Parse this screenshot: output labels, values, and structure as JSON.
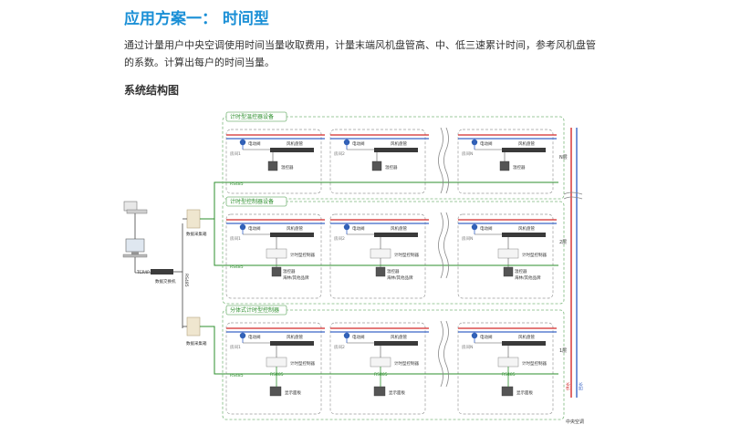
{
  "heading": "应用方案一： 时间型",
  "intro": "通过计量用户中央空调使用时间当量收取费用，计量末端风机盘管高、中、低三速累计时间，参考风机盘管的系数。计算出每户的时间当量。",
  "subheading": "系统结构图",
  "diagram": {
    "group_titles": [
      "计时型温控器设备",
      "计时型控制器设备",
      "分体式计时型控制器"
    ],
    "unit_labels": {
      "valve": "电动阀",
      "fancoil": "风机盘管",
      "thermostat": "温控器",
      "controller": "计时型控制器",
      "thermostat_brand": "温控器",
      "brand_note": "海林/其他品牌",
      "display_panel": "显示面板",
      "rs485": "RS485"
    },
    "room_labels": [
      "房间1",
      "房间2",
      "房间N"
    ],
    "floor_labels": [
      "N层",
      "2层",
      "1层"
    ],
    "left": {
      "collector1": "数据采集箱",
      "collector2": "数据采集箱",
      "switch": "数据交换机",
      "tcpip": "TCP/IP",
      "rs485_vertical": "RS485",
      "rs485_a": "RS485",
      "rs485_b": "RS485"
    },
    "central_ac": "中央空调",
    "pipe_labels": [
      "供水",
      "回水"
    ],
    "colors": {
      "group_border": "#7cb87c",
      "box_border": "#9a9a9a",
      "supply": "#d42a2a",
      "return": "#3a66c8",
      "bus": "#2d8f2d",
      "text": "#333333",
      "accent": "#1a8fd6"
    }
  }
}
